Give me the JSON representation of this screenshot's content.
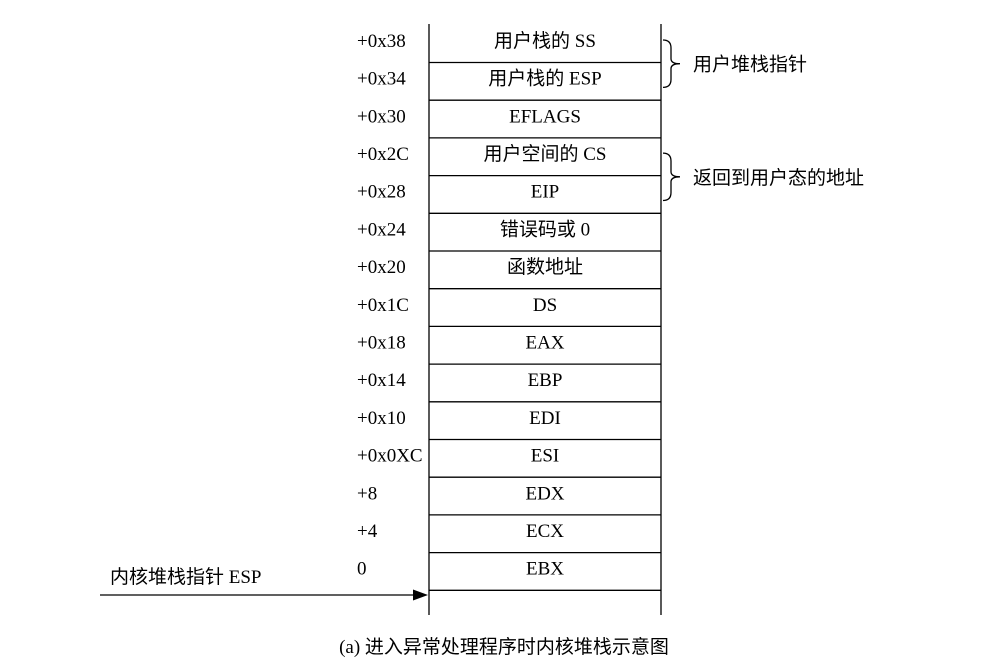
{
  "offsets": [
    "+0x38",
    "+0x34",
    "+0x30",
    "+0x2C",
    "+0x28",
    "+0x24",
    "+0x20",
    "+0x1C",
    "+0x18",
    "+0x14",
    "+0x10",
    "+0x0XC",
    "+8",
    "+4",
    "0"
  ],
  "cells": [
    "用户栈的 SS",
    "用户栈的 ESP",
    "EFLAGS",
    "用户空间的 CS",
    "EIP",
    "错误码或 0",
    "函数地址",
    "DS",
    "EAX",
    "EBP",
    "EDI",
    "ESI",
    "EDX",
    "ECX",
    "EBX"
  ],
  "brackets": [
    {
      "label": "用户堆栈指针",
      "from_row": 0,
      "to_row": 1
    },
    {
      "label": "返回到用户态的地址",
      "from_row": 3,
      "to_row": 4
    }
  ],
  "pointer_label": "内核堆栈指针 ESP",
  "caption": "(a)  进入异常处理程序时内核堆栈示意图"
}
